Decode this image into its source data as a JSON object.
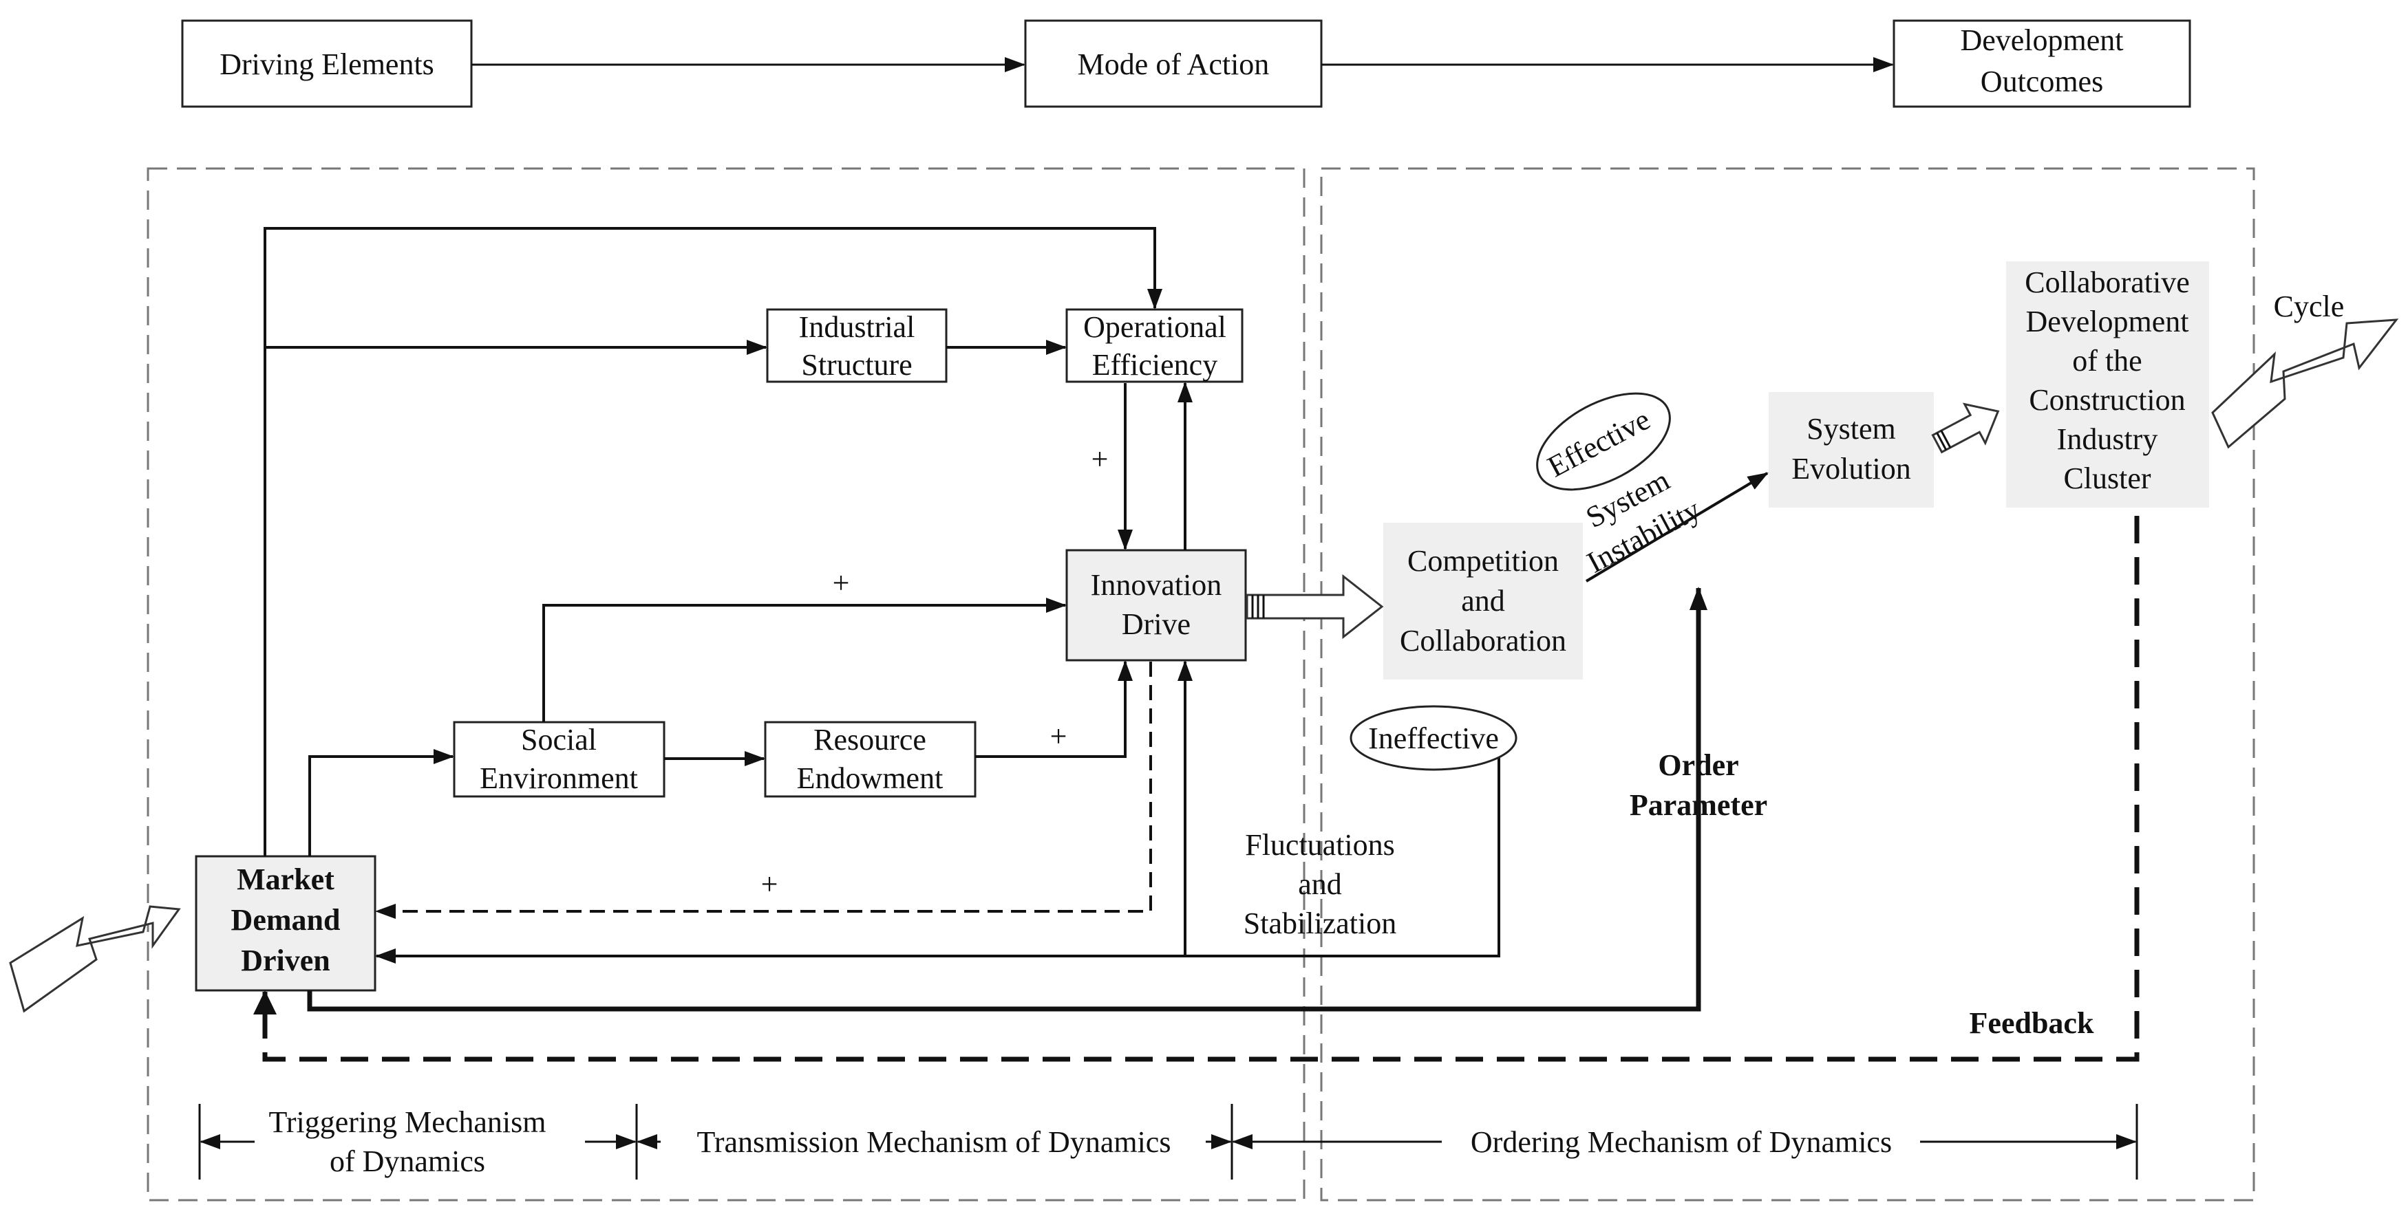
{
  "header": {
    "driving_elements": "Driving Elements",
    "mode_of_action": "Mode of Action",
    "development_outcomes_1": "Development",
    "development_outcomes_2": "Outcomes"
  },
  "nodes": {
    "industrial_structure_1": "Industrial",
    "industrial_structure_2": "Structure",
    "operational_efficiency_1": "Operational",
    "operational_efficiency_2": "Efficiency",
    "innovation_drive_1": "Innovation",
    "innovation_drive_2": "Drive",
    "social_environment_1": "Social",
    "social_environment_2": "Environment",
    "resource_endowment_1": "Resource",
    "resource_endowment_2": "Endowment",
    "market_demand_1": "Market",
    "market_demand_2": "Demand",
    "market_demand_3": "Driven",
    "competition_1": "Competition",
    "competition_2": "and",
    "competition_3": "Collaboration",
    "system_evolution_1": "System",
    "system_evolution_2": "Evolution",
    "collab_1": "Collaborative",
    "collab_2": "Development",
    "collab_3": "of the",
    "collab_4": "Construction",
    "collab_5": "Industry",
    "collab_6": "Cluster"
  },
  "labels": {
    "plus": "+",
    "effective": "Effective",
    "ineffective": "Ineffective",
    "system_instability_1": "System",
    "system_instability_2": "Instability",
    "order_parameter_1": "Order",
    "order_parameter_2": "Parameter",
    "fluctuations_1": "Fluctuations",
    "fluctuations_2": "and",
    "fluctuations_3": "Stabilization",
    "feedback": "Feedback",
    "cycle": "Cycle"
  },
  "mechanisms": {
    "triggering_1": "Triggering Mechanism",
    "triggering_2": "of Dynamics",
    "transmission": "Transmission Mechanism of Dynamics",
    "ordering": "Ordering Mechanism of Dynamics"
  }
}
